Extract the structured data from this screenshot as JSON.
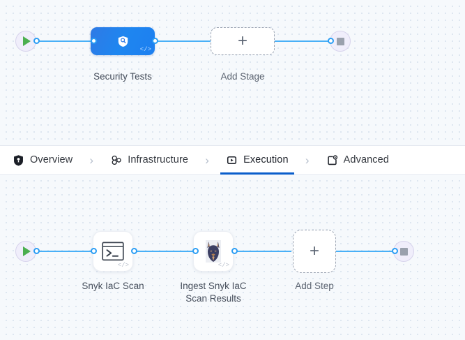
{
  "theme": {
    "canvas_bg": "#f6f9fc",
    "dot_color": "#d5dfec",
    "edge_color": "#49b0f7",
    "port_color": "#2a9df4",
    "stage_node_gradient_from": "#2f7ae5",
    "stage_node_gradient_to": "#1d7ff0",
    "active_tab_underline": "#0a5ecb",
    "start_play_color": "#4caf50",
    "end_stop_color": "#9aa1ad",
    "terminal_circle_bg": "#f0eefb"
  },
  "stage_graph": {
    "start_node": {
      "icon": "play-icon",
      "name": "pipeline-start"
    },
    "end_node": {
      "icon": "stop-icon",
      "name": "pipeline-end"
    },
    "nodes": [
      {
        "label": "Security Tests",
        "icon": "shield-search-icon",
        "badge": "</>",
        "type": "stage"
      },
      {
        "label": "Add Stage",
        "icon": "plus-icon",
        "type": "add"
      }
    ]
  },
  "tabs": {
    "items": [
      {
        "label": "Overview",
        "icon": "shield-icon",
        "active": false
      },
      {
        "label": "Infrastructure",
        "icon": "infrastructure-nodes-icon",
        "active": false
      },
      {
        "label": "Execution",
        "icon": "execution-play-icon",
        "active": true
      },
      {
        "label": "Advanced",
        "icon": "advanced-gear-card-icon",
        "active": false
      }
    ],
    "separator": "›"
  },
  "step_graph": {
    "start_node": {
      "icon": "play-icon",
      "name": "stage-start"
    },
    "end_node": {
      "icon": "stop-icon",
      "name": "stage-end"
    },
    "nodes": [
      {
        "label": "Snyk IaC Scan",
        "icon": "terminal-icon",
        "badge": "</>",
        "type": "step"
      },
      {
        "label": "Ingest Snyk IaC\nScan Results",
        "icon": "snyk-dog-icon",
        "badge": "</>",
        "type": "step"
      },
      {
        "label": "Add Step",
        "icon": "plus-icon",
        "type": "add"
      }
    ]
  }
}
